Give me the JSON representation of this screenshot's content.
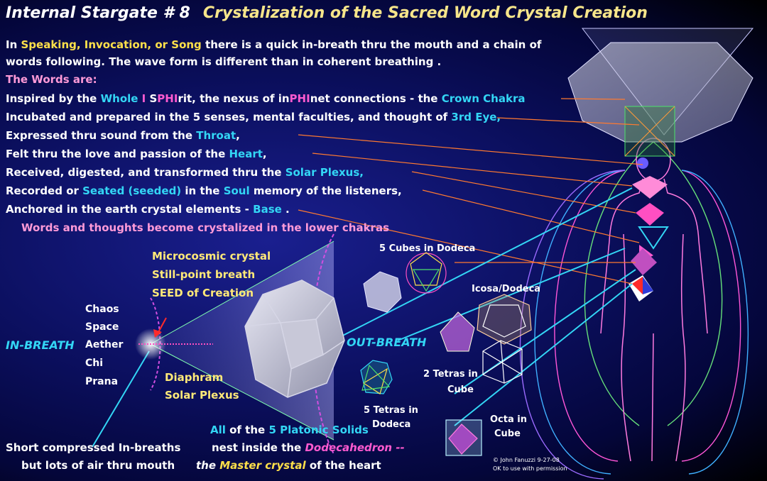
{
  "title": {
    "main": "Internal Stargate # 8",
    "sub": "Crystalization of the Sacred Word  Crystal Creation"
  },
  "intro": {
    "l1_a": "In ",
    "l1_b": "Speaking, Invocation, or Song",
    "l1_c": " there is a quick in-breath thru the mouth and a chain of",
    "l2": "words following. The wave form is different than in coherent breathing .",
    "l3": "The Words are:"
  },
  "words": [
    {
      "a": "Inspired by the ",
      "b": "Whole ",
      "c": "I",
      "d": " S",
      "e": "PHI",
      "f": "rit, the nexus of in",
      "g": "PHI",
      "h": "net connections - the  ",
      "i": "Crown Chakra"
    },
    {
      "a": "Incubated and prepared in the 5 senses, mental faculties, and thought of ",
      "b": "3rd Eye,"
    },
    {
      "a": "Expressed thru sound from the ",
      "b": "Throat",
      "c": ","
    },
    {
      "a": "Felt thru the love and passion of the ",
      "b": "Heart",
      "c": ","
    },
    {
      "a": "Received, digested, and transformed thru the ",
      "b": "Solar Plexus,"
    },
    {
      "a": "Recorded or ",
      "b": "Seated (seeded)",
      "c": " in the ",
      "d": "Soul",
      "e": " memory of the listeners,"
    },
    {
      "a": "Anchored in the earth crystal elements - ",
      "b": "Base",
      "c": " ."
    }
  ],
  "crystalized": "Words and thoughts become crystalized in the lower chakras",
  "micro": {
    "l1": "Microcosmic crystal",
    "l2": "Still-point breath",
    "l3a": "SEED",
    "l3b": "  of Creation"
  },
  "elements": [
    "Chaos",
    "Space",
    "Aether",
    "Chi",
    "Prana"
  ],
  "inbreath": "IN-BREATH",
  "outbreath": "OUT-BREATH",
  "diaphram": {
    "l1": "Diaphram",
    "l2": "Solar Plexus"
  },
  "solids": {
    "cubes": "5 Cubes in Dodeca",
    "icosa": "Icosa/Dodeca",
    "tetras2_l1": "2 Tetras in",
    "tetras2_l2": "Cube",
    "tetras5_l1": "5 Tetras in",
    "tetras5_l2": "Dodeca",
    "octa_l1": "Octa in",
    "octa_l2": "Cube"
  },
  "short": {
    "l1": "Short compressed In-breaths",
    "l2": "but lots of air thru mouth"
  },
  "platonic": {
    "l1a": "All",
    "l1b": " of the ",
    "l1c": "5",
    "l1d": "  Platonic Solids",
    "l2a": "nest inside the ",
    "l2b": "Dodecahedron --",
    "l3a": "the ",
    "l3b": "Master crystal",
    "l3c": " of the heart"
  },
  "copyright": {
    "l1": "© John Fanuzzi 9-27-08",
    "l2": "OK to use with permission"
  },
  "colors": {
    "yellow": "#ffe04a",
    "cyan": "#33d6f5",
    "magenta": "#ff5ad0",
    "pink": "#ff9ad8",
    "orange": "#ff7a30"
  }
}
